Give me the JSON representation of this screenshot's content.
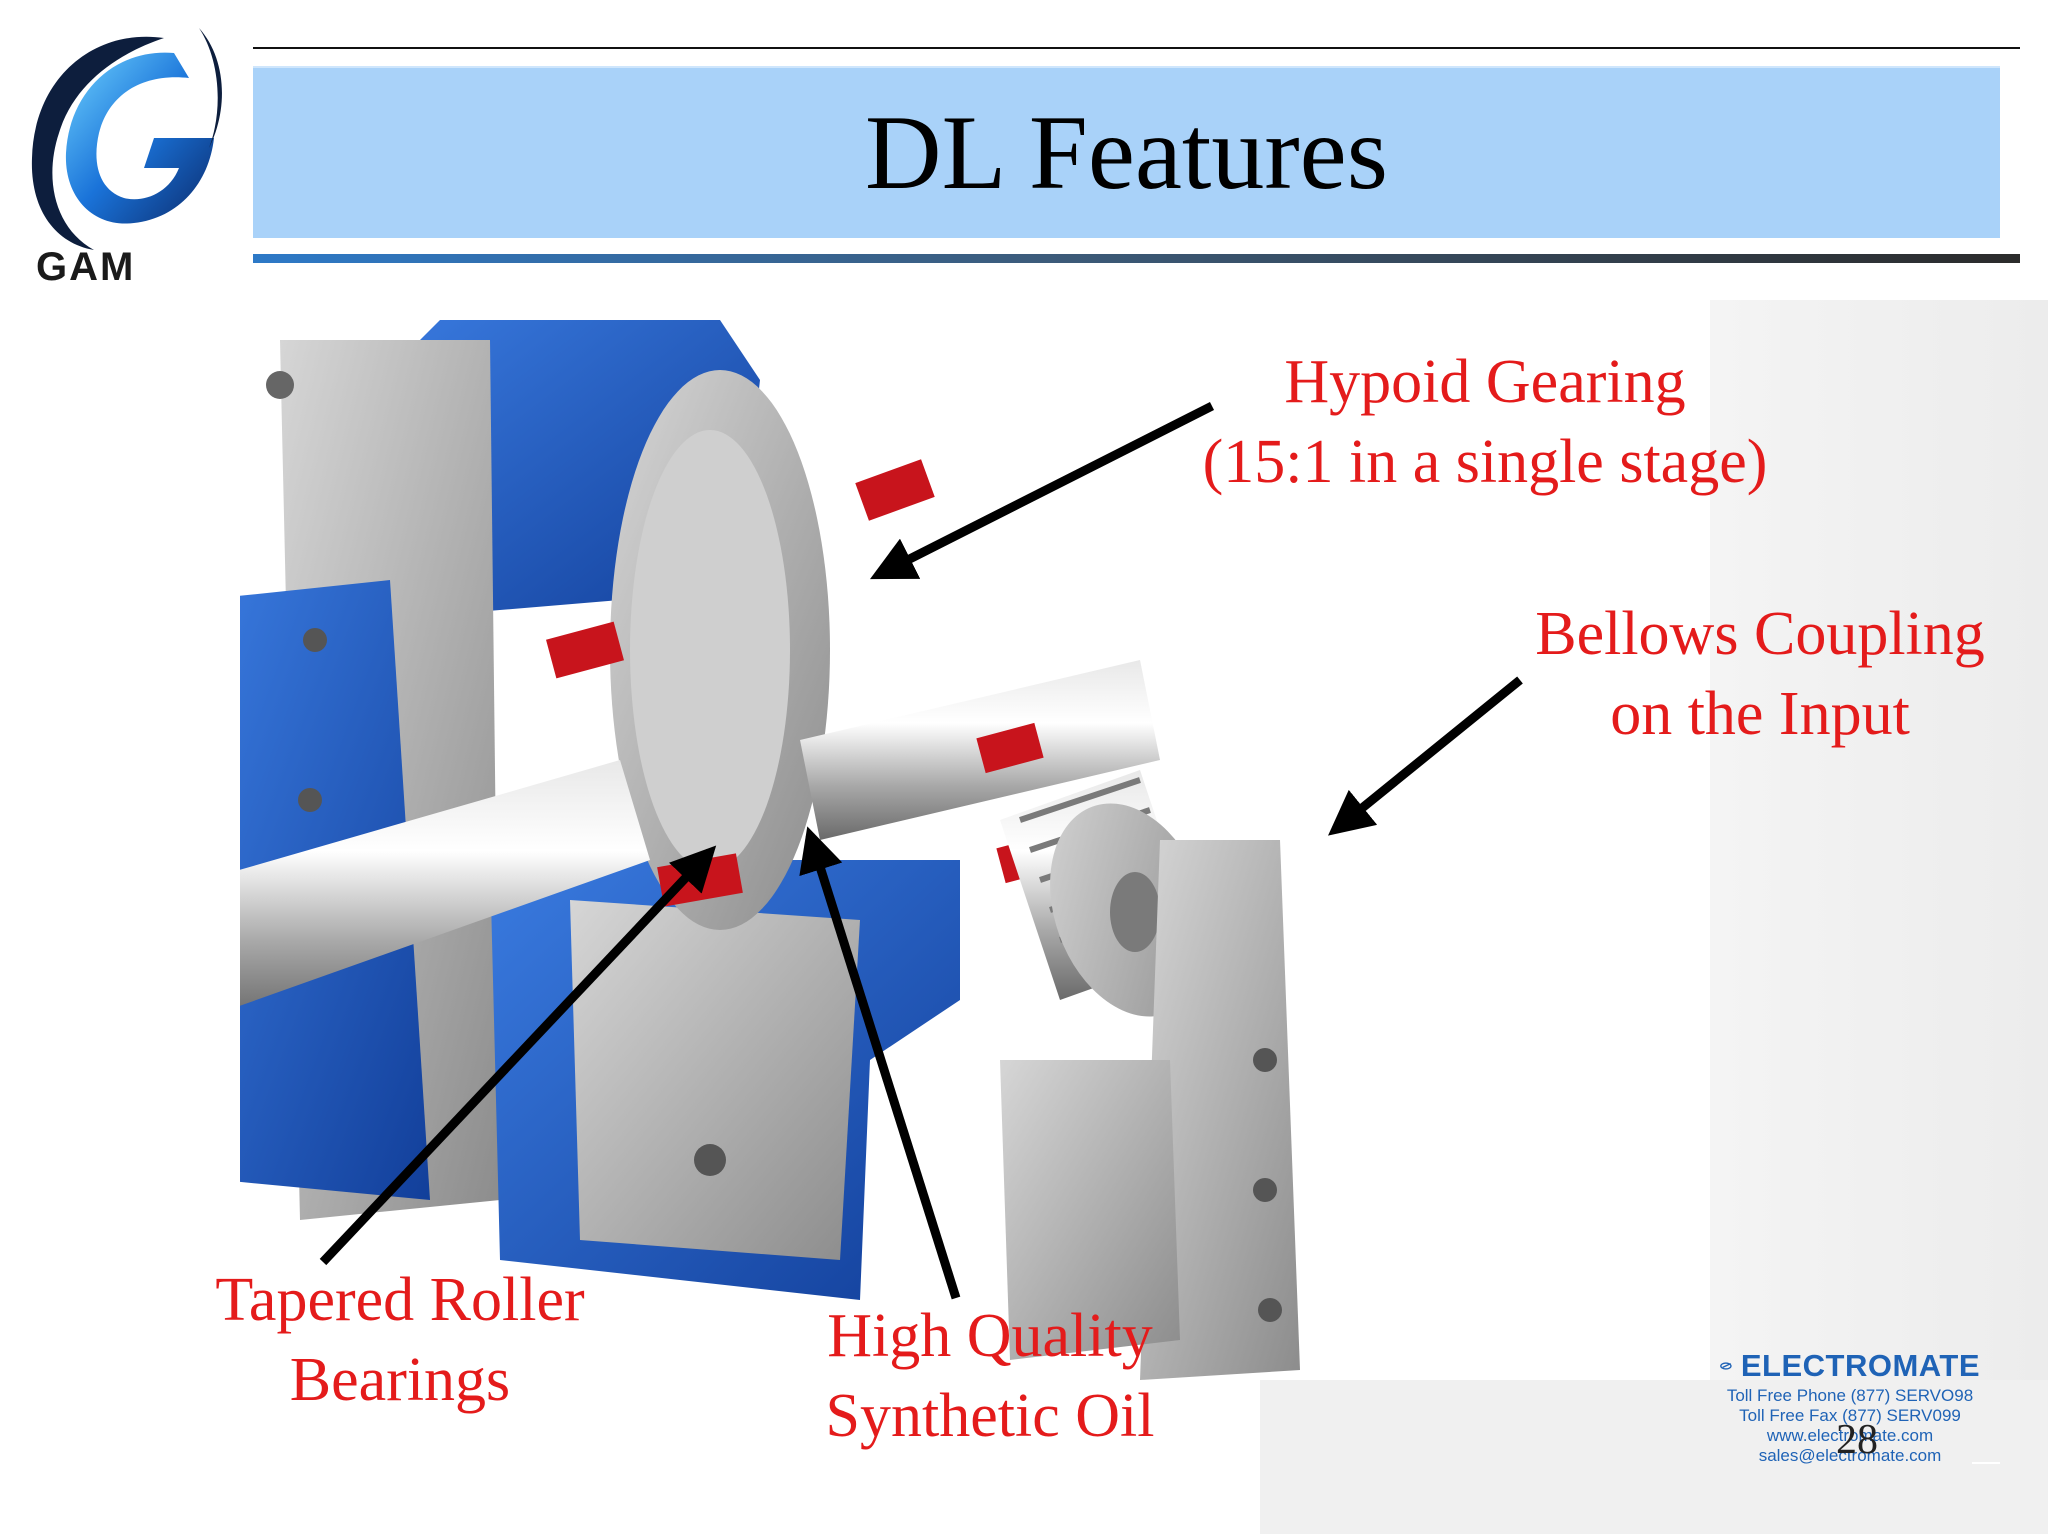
{
  "slide": {
    "title": "DL Features",
    "page_number": "28"
  },
  "logo": {
    "text": "GAM",
    "icon": "gam-g-swoosh-logo"
  },
  "labels": {
    "hypoid_line1": "Hypoid Gearing",
    "hypoid_line2": "(15:1 in a single stage)",
    "bellows_line1": "Bellows Coupling",
    "bellows_line2": "on the Input",
    "tapered_line1": "Tapered Roller",
    "tapered_line2": "Bearings",
    "oil_line1": "High Quality",
    "oil_line2": "Synthetic Oil"
  },
  "electromate": {
    "brand": "ELECTROMATE",
    "phone": "Toll Free Phone  (877) SERVO98",
    "fax": "Toll Free Fax  (877) SERV099",
    "web": "www.electromate.com",
    "email": "sales@electromate.com"
  },
  "colors": {
    "title_band": "#a9d2f9",
    "label_red": "#e41b1b",
    "housing_blue": "#1f5fc8",
    "brand_blue": "#1f63b6"
  }
}
